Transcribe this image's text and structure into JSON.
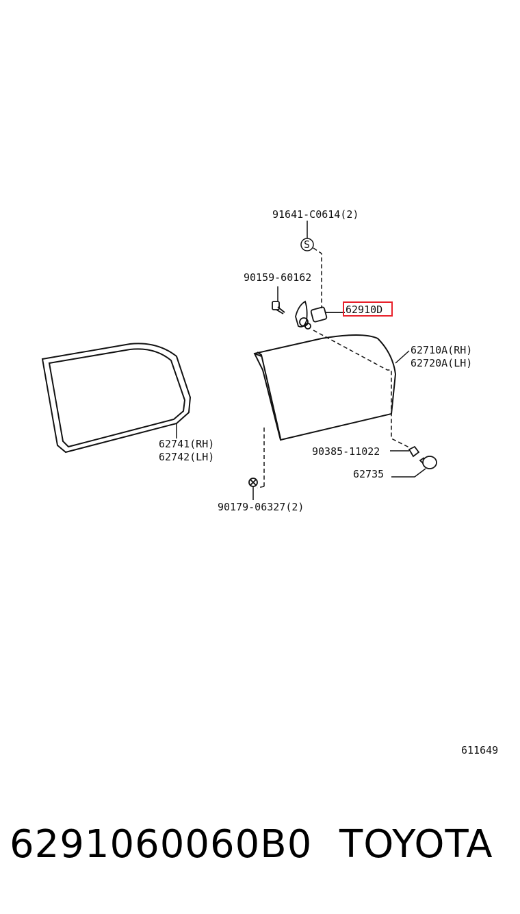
{
  "callouts": {
    "c_91641": "91641-C0614(2)",
    "c_90159": "90159-60162",
    "c_62910": "62910D",
    "c_62710": "62710A(RH)",
    "c_62720": "62720A(LH)",
    "c_62741": "62741(RH)",
    "c_62742": "62742(LH)",
    "c_90385": "90385-11022",
    "c_62735": "62735",
    "c_90179": "90179-06327(2)",
    "s_symbol": "S"
  },
  "diagram_id": "611649",
  "footer": {
    "part_number": "6291060060B0",
    "brand": "TOYOTA"
  },
  "colors": {
    "highlight": "#e8202a",
    "line": "#111111"
  }
}
